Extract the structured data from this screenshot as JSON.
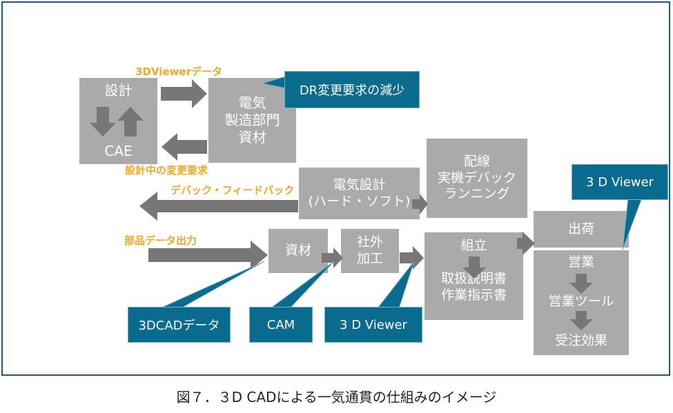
{
  "boxes": {
    "sekkei": "設計",
    "cae": "CAE",
    "denki_seizou": [
      "電気",
      "製造部門",
      "資材"
    ],
    "denki_sekkei": [
      "電気設計",
      "(ハード・ソフト)"
    ],
    "haisen": [
      "配線",
      "実機デバック",
      "ランニング"
    ],
    "shizai": "資材",
    "shagai": [
      "社外",
      "加工"
    ],
    "kumitate": [
      "組立",
      "取扱説明書",
      "作業指示書"
    ],
    "shukka": "出荷",
    "eigyou": [
      "営業",
      "営業ツール",
      "受注効果"
    ]
  },
  "callouts": {
    "dr": "DR変更要求の減少",
    "viewer_top": "3 D Viewer",
    "cad": "3DCADデータ",
    "cam": "CAM",
    "viewer_bottom": "3 D Viewer"
  },
  "labels": {
    "viewer_data": "3DViewerデータ",
    "change_req": "設計中の変更要求",
    "feedback": "デバック・フィードバック",
    "parts_data": "部品データ出力"
  },
  "caption": "図７．３D CADによる一気通貫の仕組みのイメージ",
  "colors": {
    "box": "#aaaaaa",
    "arrow": "#777777",
    "callout": "#0b6b8e",
    "label": "#f5a623",
    "frame": "#1f5a75"
  }
}
